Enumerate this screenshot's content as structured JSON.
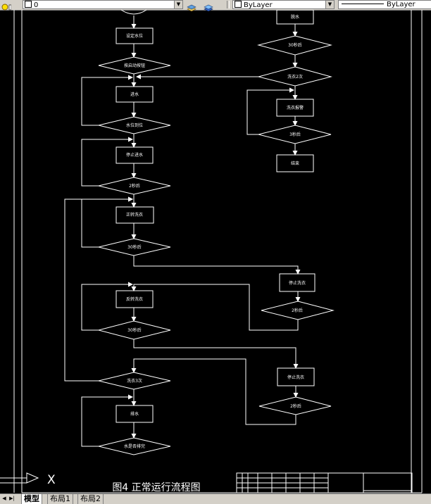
{
  "toolbar": {
    "layer_name": "0",
    "color_value": "ByLayer",
    "linetype_value": "ByLayer"
  },
  "flowchart": {
    "caption": "图4 正常运行流程图",
    "left": {
      "set_water_level": "设定水位",
      "start_button": "按启动按钮",
      "fill_water": "进水",
      "water_level_reached": "水位到位",
      "stop_fill": "停止进水",
      "after_2s_a": "2秒后",
      "forward_wash": "正转洗衣",
      "after_30s_a": "30秒后",
      "reverse_wash": "反转洗衣",
      "after_30s_b": "30秒后",
      "wash_3_times": "洗衣3次",
      "drain": "排水",
      "drained": "水是否排完"
    },
    "right": {
      "dehydrate": "脱水",
      "after_30s_c": "30秒后",
      "wash_2_times": "洗衣2次",
      "wash_alarm": "洗衣报警",
      "after_3s": "3秒后",
      "end": "结束",
      "stop_wash_a": "停止洗衣",
      "after_2s_b": "2秒后",
      "stop_wash_b": "停止洗衣",
      "after_2s_c": "2秒后"
    }
  },
  "tabs": {
    "model": "模型",
    "layout1": "布局1",
    "layout2": "布局2"
  },
  "ucs": {
    "axis_x": "X"
  }
}
